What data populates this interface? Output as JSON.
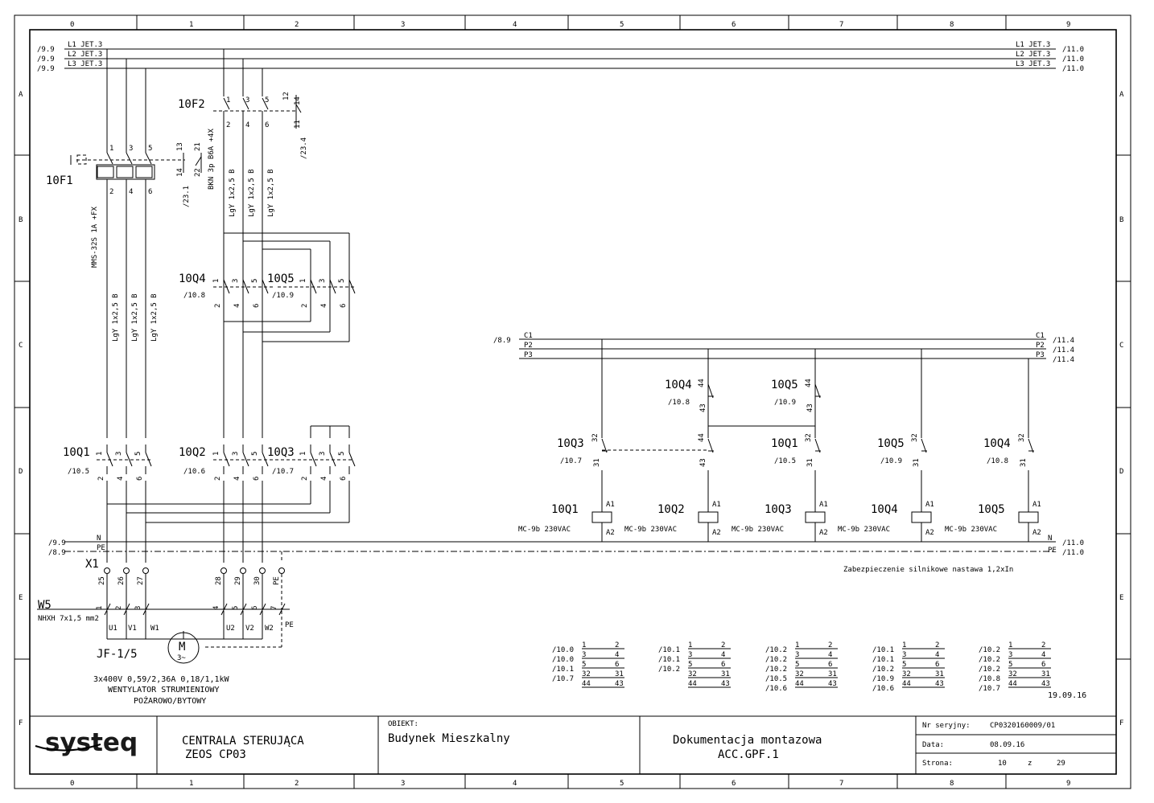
{
  "frame": {
    "columns": [
      "0",
      "1",
      "2",
      "3",
      "4",
      "5",
      "6",
      "7",
      "8",
      "9"
    ],
    "rows": [
      "A",
      "B",
      "C",
      "D",
      "E",
      "F"
    ]
  },
  "power": {
    "left_refs": [
      "/9.9",
      "/9.9",
      "/9.9"
    ],
    "left_labels": [
      "L1 JET.3",
      "L2 JET.3",
      "L3 JET.3"
    ],
    "right_labels": [
      "L1 JET.3",
      "L2 JET.3",
      "L3 JET.3"
    ],
    "right_refs": [
      "/11.0",
      "/11.0",
      "/11.0"
    ]
  },
  "breaker_f1": {
    "name": "10F1",
    "terms_top": [
      "1",
      "3",
      "5"
    ],
    "terms_bot": [
      "2",
      "4",
      "6"
    ],
    "aux": [
      "13",
      "14",
      "21",
      "22"
    ],
    "refs": [
      "/23.1"
    ],
    "type": "MMS-32S 1A +FX"
  },
  "breaker_f2": {
    "name": "10F2",
    "terms_top": [
      "1",
      "3",
      "5"
    ],
    "terms_bot": [
      "2",
      "4",
      "6"
    ],
    "aux": [
      "12",
      "14",
      "11"
    ],
    "ref": "/23.4",
    "type": "BKN 3p B6A +4X"
  },
  "cables": {
    "wire_label": "LgY 1x2,5 B"
  },
  "contactors_power": [
    {
      "name": "10Q4",
      "ref": "/10.8"
    },
    {
      "name": "10Q5",
      "ref": "/10.9"
    },
    {
      "name": "10Q1",
      "ref": "/10.5"
    },
    {
      "name": "10Q2",
      "ref": "/10.6"
    },
    {
      "name": "10Q3",
      "ref": "/10.7"
    }
  ],
  "power_terms": {
    "top": [
      "1",
      "3",
      "5"
    ],
    "bot": [
      "2",
      "4",
      "6"
    ]
  },
  "control": {
    "left_ref": "/8.9",
    "bus": [
      "C1",
      "P2",
      "P3"
    ],
    "right_labels": [
      "C1",
      "P2",
      "P3"
    ],
    "right_refs": [
      "/11.4",
      "/11.4",
      "/11.4"
    ],
    "nc_row1": [
      {
        "name": "10Q4",
        "ref": "/10.8",
        "t1": "44",
        "t2": "43"
      },
      {
        "name": "10Q5",
        "ref": "/10.9",
        "t1": "44",
        "t2": "43"
      }
    ],
    "nc_row2": [
      {
        "name": "10Q3",
        "ref": "/10.7",
        "t1": "32",
        "t2": "31"
      },
      {
        "name": "",
        "ref": "",
        "t1": "44",
        "t2": "43"
      },
      {
        "name": "10Q1",
        "ref": "/10.5",
        "t1": "32",
        "t2": "31"
      },
      {
        "name": "10Q5",
        "ref": "/10.9",
        "t1": "32",
        "t2": "31"
      },
      {
        "name": "10Q4",
        "ref": "/10.8",
        "t1": "32",
        "t2": "31"
      }
    ],
    "coils": [
      {
        "name": "10Q1",
        "type": "MC-9b 230VAC"
      },
      {
        "name": "10Q2",
        "type": "MC-9b 230VAC"
      },
      {
        "name": "10Q3",
        "type": "MC-9b 230VAC"
      },
      {
        "name": "10Q4",
        "type": "MC-9b 230VAC"
      },
      {
        "name": "10Q5",
        "type": "MC-9b 230VAC"
      }
    ],
    "coil_terms": [
      "A1",
      "A2"
    ],
    "n_pe_left": [
      "/9.9",
      "/8.9"
    ],
    "n_pe_labels": [
      "N",
      "PE"
    ],
    "n_pe_right": [
      "/11.0",
      "/11.0"
    ],
    "note": "Zabezpieczenie silnikowe nastawa 1,2xIn"
  },
  "terminals": {
    "strip": "X1",
    "numbers": [
      "25",
      "26",
      "27",
      "28",
      "29",
      "30",
      "PE"
    ]
  },
  "cable_w5": {
    "name": "W5",
    "type": "NHXH 7x1,5 mm2",
    "cores": [
      "1",
      "2",
      "3",
      "4",
      "5",
      "6",
      "7"
    ]
  },
  "motor": {
    "name": "JF-1/5",
    "symbol": "M",
    "sub": "3~",
    "terms": [
      "U1",
      "V1",
      "W1",
      "U2",
      "V2",
      "W2",
      "PE"
    ],
    "desc": [
      "3x400V 0,59/2,36A 0,18/1,1kW",
      "WENTYLATOR STRUMIENIOWY",
      "POŻAROWO/BYTOWY"
    ]
  },
  "contact_tables": [
    {
      "refs": [
        "/10.0",
        "/10.0",
        "/10.1",
        "/10.7"
      ]
    },
    {
      "refs": [
        "/10.1",
        "/10.1",
        "/10.2",
        ""
      ]
    },
    {
      "refs": [
        "/10.2",
        "/10.2",
        "/10.2",
        "/10.5",
        "/10.6"
      ]
    },
    {
      "refs": [
        "/10.1",
        "/10.1",
        "/10.2",
        "/10.9",
        "/10.6"
      ]
    },
    {
      "refs": [
        "/10.2",
        "/10.2",
        "/10.2",
        "/10.8",
        "/10.7"
      ]
    }
  ],
  "contact_pairs": [
    [
      "1",
      "2"
    ],
    [
      "3",
      "4"
    ],
    [
      "5",
      "6"
    ],
    [
      "32",
      "31"
    ],
    [
      "44",
      "43"
    ]
  ],
  "date_stamp": "19.09.16",
  "title_block": {
    "logo": "systeq",
    "product_line1": "CENTRALA STERUJĄCA",
    "product_line2": "ZEOS CP03",
    "object_label": "OBIEKT:",
    "object_value": "Budynek Mieszkalny",
    "doc_line1": "Dokumentacja montazowa",
    "doc_line2": "ACC.GPF.1",
    "serial_label": "Nr seryjny:",
    "serial_value": "CP0320160009/01",
    "date_label": "Data:",
    "date_value": "08.09.16",
    "page_label": "Strona:",
    "page_value": "10",
    "page_of": "z",
    "page_total": "29"
  }
}
